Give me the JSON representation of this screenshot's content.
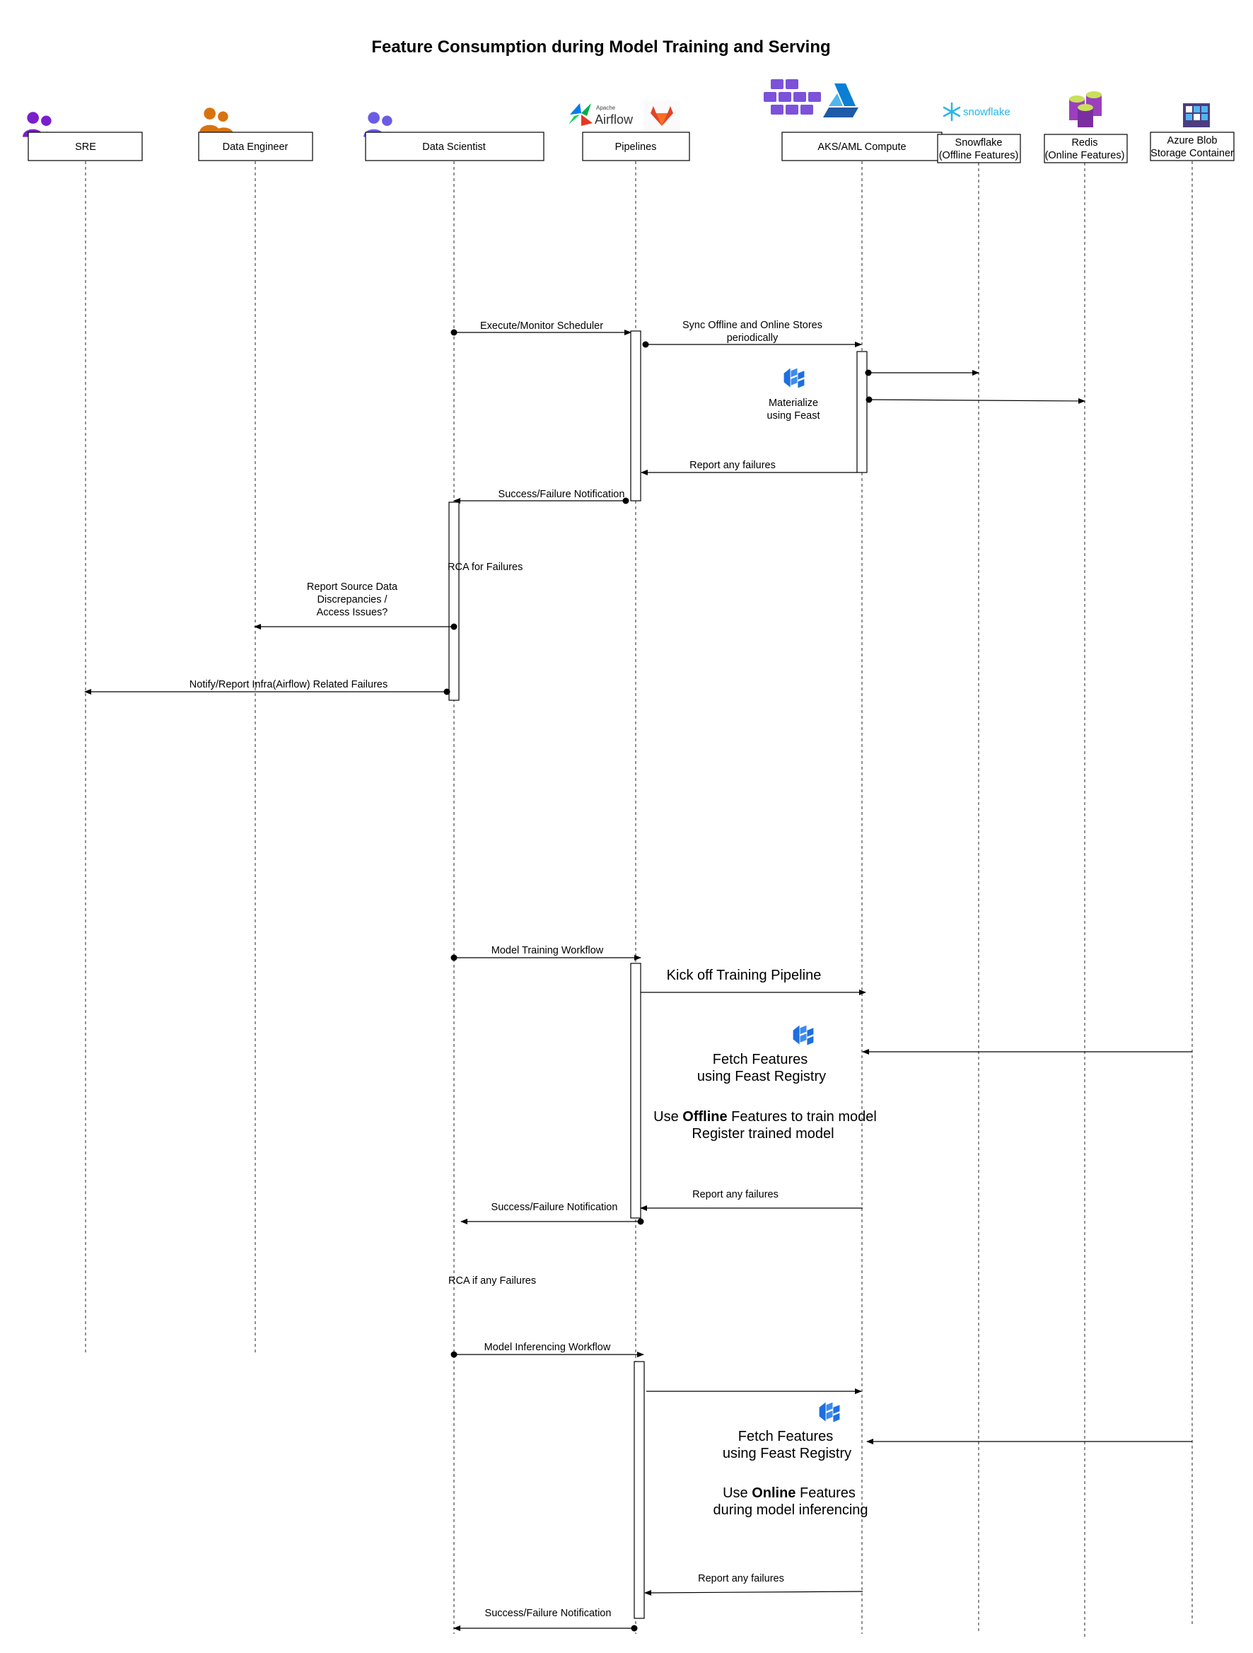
{
  "title": "Feature Consumption during Model Training and Serving",
  "participants": [
    {
      "label": "SRE",
      "icon": "user-group-icon",
      "color": "#7a1fcc"
    },
    {
      "label": "Data Engineer",
      "icon": "user-group-icon",
      "color": "#d9730d"
    },
    {
      "label": "Data Scientist",
      "icon": "user-group-icon",
      "color": "#6b5ce6"
    },
    {
      "label": "Pipelines",
      "icon": "airflow-gitlab-icon"
    },
    {
      "label": "AKS/AML Compute",
      "icon": "kubernetes-azure-ml-icon"
    },
    {
      "label": [
        "Snowflake",
        "(Offline Features)"
      ],
      "icon": "snowflake-icon",
      "logo_text": "snowflake"
    },
    {
      "label": [
        "Redis",
        "(Online Features)"
      ],
      "icon": "redis-database-icon"
    },
    {
      "label": [
        "Azure Blob",
        "Storage Container"
      ],
      "icon": "azure-blob-storage-icon"
    }
  ],
  "logos": {
    "airflow_small": "Apache",
    "airflow": "Airflow"
  },
  "messages": {
    "execute_monitor": "Execute/Monitor Scheduler",
    "sync_stores": [
      "Sync Offline and Online Stores",
      "periodically"
    ],
    "materialize": [
      "Materialize",
      "using Feast"
    ],
    "report_failures_1": "Report any failures",
    "success_failure_1": "Success/Failure Notification",
    "rca_failures": "RCA for Failures",
    "report_source": [
      "Report Source Data",
      "Discrepancies /",
      "Access Issues?"
    ],
    "notify_infra": "Notify/Report Infra(Airflow) Related Failures",
    "model_training": "Model Training Workflow",
    "kick_off": "Kick off Training Pipeline",
    "fetch_training": [
      "Fetch Features",
      "using Feast Registry"
    ],
    "use_offline": {
      "pre": "Use ",
      "bold": "Offline",
      "post": " Features to train model"
    },
    "register_model": "Register trained model",
    "report_failures_2": "Report any failures",
    "success_failure_2": "Success/Failure Notification",
    "rca_if_any": "RCA if any Failures",
    "model_inferencing": "Model Inferencing Workflow",
    "fetch_inference": [
      "Fetch Features",
      "using Feast Registry"
    ],
    "use_online": {
      "pre": "Use ",
      "bold": "Online",
      "post": " Features"
    },
    "during_inferencing": "during model inferencing",
    "report_failures_3": "Report any failures",
    "success_failure_3": "Success/Failure Notification"
  }
}
